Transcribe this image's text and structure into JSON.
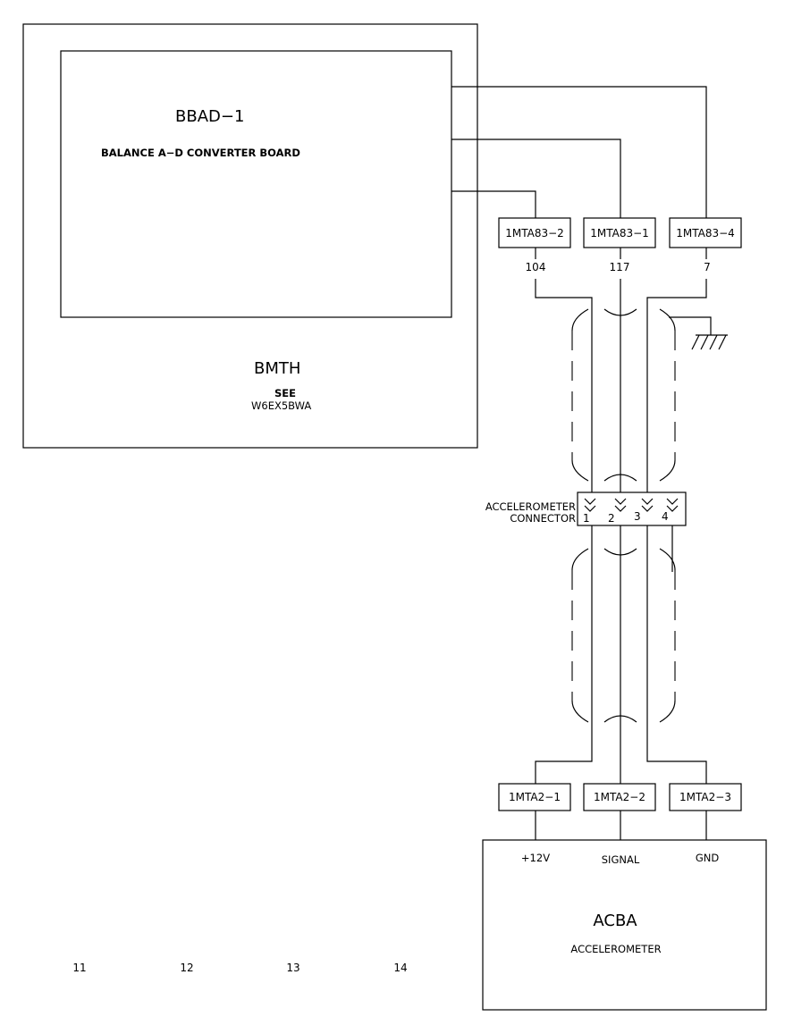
{
  "bmth": {
    "title": "BMTH",
    "see_label": "SEE",
    "see_ref": "W6EX5BWA"
  },
  "bbad": {
    "title": "BBAD−1",
    "subtitle": "BALANCE A−D CONVERTER BOARD"
  },
  "top_connectors": [
    "1MTA83−2",
    "1MTA83−1",
    "1MTA83−4"
  ],
  "wire_numbers": [
    "104",
    "117",
    "7"
  ],
  "accelerometer_connector": {
    "label_line1": "ACCELEROMETER",
    "label_line2": "CONNECTOR",
    "pins": [
      "1",
      "2",
      "3",
      "4"
    ]
  },
  "bottom_connectors": [
    "1MTA2−1",
    "1MTA2−2",
    "1MTA2−3"
  ],
  "acba": {
    "title": "ACBA",
    "subtitle": "ACCELEROMETER",
    "pins": [
      "+12V",
      "SIGNAL",
      "GND"
    ]
  },
  "grid_numbers": [
    "11",
    "12",
    "13",
    "14"
  ]
}
